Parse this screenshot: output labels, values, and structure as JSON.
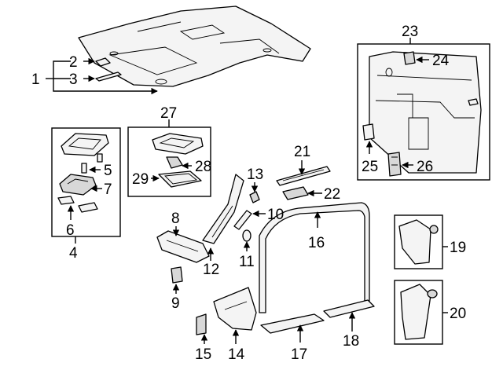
{
  "callouts": {
    "c1": "1",
    "c2": "2",
    "c3": "3",
    "c4": "4",
    "c5": "5",
    "c6": "6",
    "c7": "7",
    "c8": "8",
    "c9": "9",
    "c10": "10",
    "c11": "11",
    "c12": "12",
    "c13": "13",
    "c14": "14",
    "c15": "15",
    "c16": "16",
    "c17": "17",
    "c18": "18",
    "c19": "19",
    "c20": "20",
    "c21": "21",
    "c22": "22",
    "c23": "23",
    "c24": "24",
    "c25": "25",
    "c26": "26",
    "c27": "27",
    "c28": "28",
    "c29": "29"
  }
}
